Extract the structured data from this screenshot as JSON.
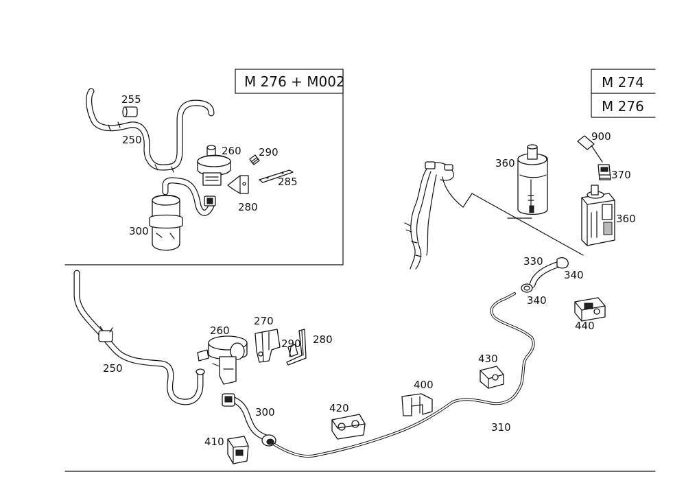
{
  "engine_variants": {
    "inset": "M 276 + M002",
    "right_top": "M 274",
    "right_bottom": "M 276"
  },
  "part_numbers": {
    "inset_255": "255",
    "inset_250": "250",
    "inset_260": "260",
    "inset_290": "290",
    "inset_285": "285",
    "inset_280": "280",
    "inset_300": "300",
    "m274_360_a": "360",
    "m274_900": "900",
    "m274_370": "370",
    "m274_360_b": "360",
    "m274_330": "330",
    "m274_340_a": "340",
    "m274_340_b": "340",
    "m274_440": "440",
    "main_250": "250",
    "main_260": "260",
    "main_270": "270",
    "main_290": "290",
    "main_280": "280",
    "main_300": "300",
    "main_410": "410",
    "main_420": "420",
    "main_400": "400",
    "main_430": "430",
    "main_310": "310"
  },
  "colors": {
    "line": "#111111",
    "background": "#ffffff"
  }
}
